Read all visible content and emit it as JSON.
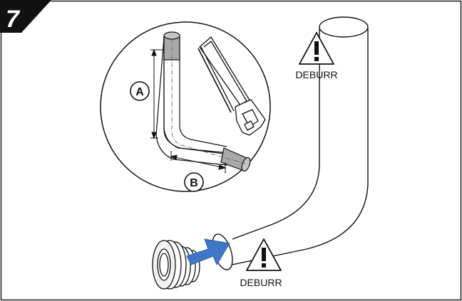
{
  "step": {
    "number": "7"
  },
  "inset": {
    "dimension_a": "A",
    "dimension_b": "B"
  },
  "warnings": [
    {
      "label": "DEBURR"
    },
    {
      "label": "DEBURR"
    }
  ],
  "colors": {
    "arrow": "#3f77c7",
    "badge": "#111111",
    "cut_end": "#a9a9a9"
  },
  "icons": [
    "warning-triangle-icon",
    "hacksaw-icon",
    "threaded-fitting-icon",
    "insert-arrow-icon"
  ]
}
